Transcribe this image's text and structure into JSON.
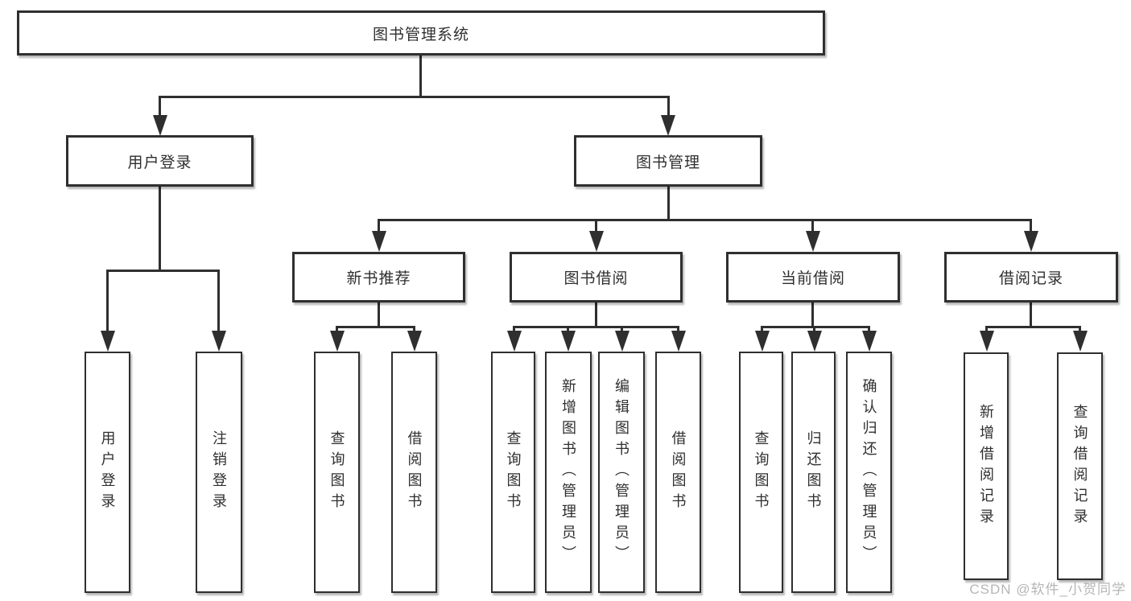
{
  "tree": {
    "root": {
      "label": "图书管理系统",
      "children": [
        {
          "label": "用户登录",
          "children": [
            {
              "label": "用户登录"
            },
            {
              "label": "注销登录"
            }
          ]
        },
        {
          "label": "图书管理",
          "children": [
            {
              "label": "新书推荐",
              "children": [
                {
                  "label": "查询图书"
                },
                {
                  "label": "借阅图书"
                }
              ]
            },
            {
              "label": "图书借阅",
              "children": [
                {
                  "label": "查询图书"
                },
                {
                  "label": "新增图书（管理员）"
                },
                {
                  "label": "编辑图书（管理员）"
                },
                {
                  "label": "借阅图书"
                }
              ]
            },
            {
              "label": "当前借阅",
              "children": [
                {
                  "label": "查询图书"
                },
                {
                  "label": "归还图书"
                },
                {
                  "label": "确认归还（管理员）"
                }
              ]
            },
            {
              "label": "借阅记录",
              "children": [
                {
                  "label": "新增借阅记录"
                },
                {
                  "label": "查询借阅记录"
                }
              ]
            }
          ]
        }
      ]
    }
  },
  "watermark": {
    "text": "CSDN @软件_小贺同学"
  },
  "colors": {
    "line": "#2f2f2f",
    "box_border": "#2f2f2f",
    "text": "#2f2f2f",
    "watermark": "#b6b6b6",
    "background": "#ffffff"
  }
}
